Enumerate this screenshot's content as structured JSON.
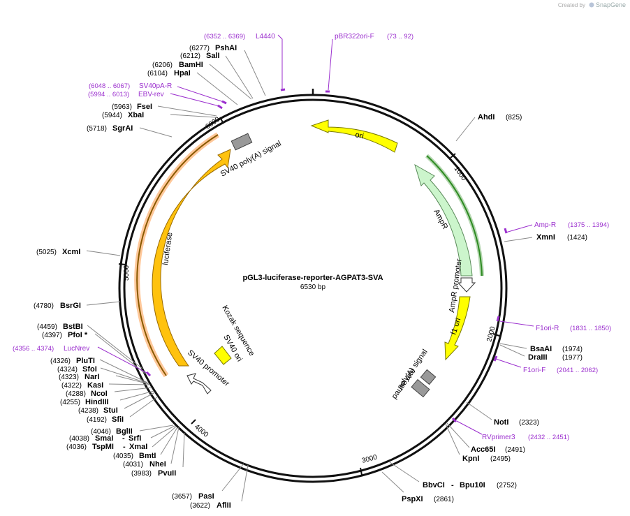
{
  "header": {
    "credit": "Created by",
    "brand": "SnapGene"
  },
  "plasmid": {
    "name": "pGL3-luciferase-reporter-AGPAT3-SVA",
    "size": "6530 bp"
  },
  "ticks": {
    "t1000": "1000",
    "t2000": "2000",
    "t3000": "3000",
    "t4000": "4000",
    "t5000": "5000",
    "t6000": "6000"
  },
  "features": {
    "ori": "ori",
    "ampr": "AmpR",
    "ampr_promoter": "AmpR promoter",
    "f1_ori": "f1 ori",
    "polya_signal": "poly(A) signal",
    "pause_site": "pause site",
    "sv40_promoter": "SV40 promoter",
    "sv40_ori": "SV40 ori",
    "kozak": "Kozak sequence",
    "luciferase": "luciferase",
    "sv40_polya": "SV40 poly(A) signal"
  },
  "sites": {
    "AhdI": {
      "name": "AhdI",
      "pos": "(825)"
    },
    "XmnI": {
      "name": "XmnI",
      "pos": "(1424)"
    },
    "BsaAI": {
      "name": "BsaAI",
      "pos": "(1974)"
    },
    "DraIII": {
      "name": "DraIII",
      "pos": "(1977)"
    },
    "NotI": {
      "name": "NotI",
      "pos": "(2323)"
    },
    "Acc65I": {
      "name": "Acc65I",
      "pos": "(2491)"
    },
    "KpnI": {
      "name": "KpnI",
      "pos": "(2495)"
    },
    "BbvCI": {
      "name": "BbvCI",
      "sep": "-",
      "name2": "Bpu10I",
      "pos": "(2752)"
    },
    "PspXI": {
      "name": "PspXI",
      "pos": "(2861)"
    },
    "PasI": {
      "name": "PasI",
      "pos": "(3657)"
    },
    "AflII": {
      "name": "AflII",
      "pos": "(3622)"
    },
    "PvuII": {
      "name": "PvuII",
      "pos": "(3983)"
    },
    "NheI": {
      "name": "NheI",
      "pos": "(4031)"
    },
    "BmtI": {
      "name": "BmtI",
      "pos": "(4035)"
    },
    "TspMI": {
      "name": "TspMI",
      "sep": "-",
      "name2": "XmaI",
      "pos": "(4036)"
    },
    "SmaI": {
      "name": "SmaI",
      "sep": "-",
      "name2": "SrfI",
      "pos": "(4038)"
    },
    "BglII": {
      "name": "BglII",
      "pos": "(4046)"
    },
    "SfiI": {
      "name": "SfiI",
      "pos": "(4192)"
    },
    "StuI": {
      "name": "StuI",
      "pos": "(4238)"
    },
    "HindIII": {
      "name": "HindIII",
      "pos": "(4255)"
    },
    "NcoI": {
      "name": "NcoI",
      "pos": "(4288)"
    },
    "KasI": {
      "name": "KasI",
      "pos": "(4322)"
    },
    "NarI": {
      "name": "NarI",
      "pos": "(4323)"
    },
    "SfoI": {
      "name": "SfoI",
      "pos": "(4324)"
    },
    "PluTI": {
      "name": "PluTI",
      "pos": "(4326)"
    },
    "PfoI": {
      "name": "PfoI *",
      "pos": "(4397)"
    },
    "BstBI": {
      "name": "BstBI",
      "pos": "(4459)"
    },
    "BsrGI": {
      "name": "BsrGI",
      "pos": "(4780)"
    },
    "XcmI": {
      "name": "XcmI",
      "pos": "(5025)"
    },
    "SgrAI": {
      "name": "SgrAI",
      "pos": "(5718)"
    },
    "XbaI": {
      "name": "XbaI",
      "pos": "(5944)"
    },
    "FseI": {
      "name": "FseI",
      "pos": "(5963)"
    },
    "HpaI": {
      "name": "HpaI",
      "pos": "(6104)"
    },
    "BamHI": {
      "name": "BamHI",
      "pos": "(6206)"
    },
    "SalI": {
      "name": "SalI",
      "pos": "(6212)"
    },
    "PshAI": {
      "name": "PshAI",
      "pos": "(6277)"
    }
  },
  "primers": {
    "L4440": {
      "name": "L4440",
      "pos": "(6352 .. 6369)"
    },
    "pBR322oriF": {
      "name": "pBR322ori-F",
      "pos": "(73 .. 92)"
    },
    "SV40pAR": {
      "name": "SV40pA-R",
      "pos": "(6048 .. 6067)"
    },
    "EBVrev": {
      "name": "EBV-rev",
      "pos": "(5994 .. 6013)"
    },
    "AmpR": {
      "name": "Amp-R",
      "pos": "(1375 .. 1394)"
    },
    "F1oriR": {
      "name": "F1ori-R",
      "pos": "(1831 .. 1850)"
    },
    "F1oriF": {
      "name": "F1ori-F",
      "pos": "(2041 .. 2062)"
    },
    "RVprimer3": {
      "name": "RVprimer3",
      "pos": "(2432 .. 2451)"
    },
    "LucNrev": {
      "name": "LucNrev",
      "pos": "(4356 .. 4374)"
    }
  },
  "colors": {
    "ori": "#ffff00",
    "ampr": "#ccf5cc",
    "ampr_outline": "#2e8b22",
    "luciferase": "#ffc20e",
    "luciferase_outline": "#ffc89a",
    "polya": "#999999",
    "promoter": "#ffffff",
    "primer": "#9b2fce"
  }
}
